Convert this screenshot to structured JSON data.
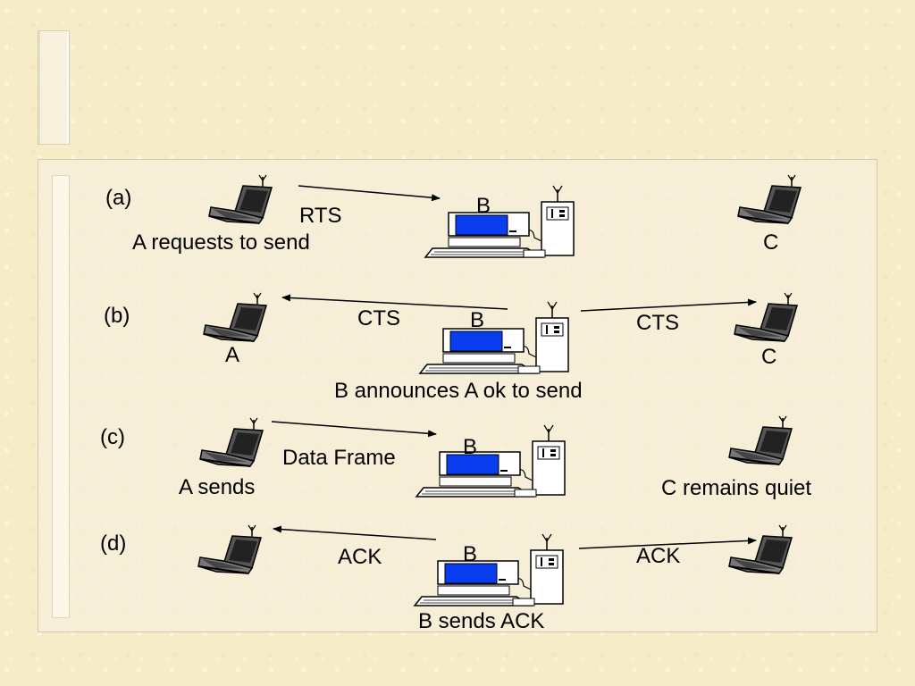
{
  "rows": [
    {
      "letter": "(a)",
      "message_label": "RTS",
      "left_caption": "A requests to send",
      "b_label": "B",
      "c_label": "C"
    },
    {
      "letter": "(b)",
      "message_left": "CTS",
      "message_right": "CTS",
      "a_label": "A",
      "b_label": "B",
      "c_label": "C",
      "caption": "B announces A ok to send"
    },
    {
      "letter": "(c)",
      "message_label": "Data Frame",
      "b_label": "B",
      "left_caption": "A sends",
      "right_caption": "C remains quiet"
    },
    {
      "letter": "(d)",
      "message_left": "ACK",
      "message_right": "ACK",
      "b_label": "B",
      "caption": "B sends ACK"
    }
  ],
  "icons": {
    "laptop": "laptop-with-antenna-icon",
    "desktop": "desktop-computer-with-antenna-icon"
  },
  "colors": {
    "background": "#f7ecc8",
    "screen_blue": "#0a3cf0",
    "arrow": "#000000"
  }
}
